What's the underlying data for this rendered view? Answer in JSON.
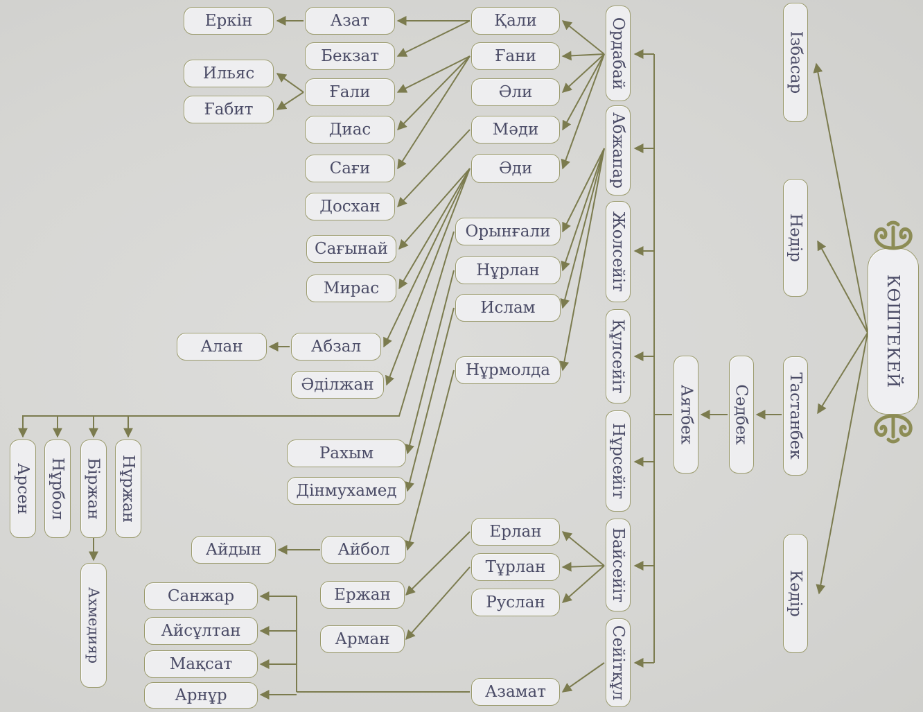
{
  "colors": {
    "line": "#7b7b4e",
    "node_text": "#4a4b66",
    "node_border": "#9a9a6c",
    "node_fill": "#eeeef0",
    "ornament": "#8c8c55"
  },
  "icons": {
    "ornament": "kazakh-ornament-icon"
  },
  "root": {
    "label": "КӨШТЕКЕЙ"
  },
  "gen1": [
    "Ізбасар",
    "Нәдір",
    "Тастанбек",
    "Кәдір"
  ],
  "gen2": [
    "Сәдбек"
  ],
  "gen3": [
    "Аятбек"
  ],
  "gen4": [
    "Ордабай",
    "Абжапар",
    "Жолсейіт",
    "Құлсейіт",
    "Нұрсейіт",
    "Байсейіт",
    "Сейітқұл"
  ],
  "ordabay_sons": [
    "Қали",
    "Ғани",
    "Әли",
    "Мәди",
    "Әди"
  ],
  "abzhapar_sons": [
    "Орынғали",
    "Нұрлан",
    "Ислам",
    "Нұрмолда"
  ],
  "baiseyit_sons": [
    "Ерлан",
    "Тұрлан",
    "Руслан"
  ],
  "seyitkul_sons": [
    "Азамат"
  ],
  "gen6": [
    "Азат",
    "Бекзат",
    "Ғали",
    "Диас",
    "Сағи",
    "Досхан",
    "Сағынай",
    "Мирас",
    "Абзал",
    "Әділжан",
    "Рахым",
    "Дінмухамед",
    "Айбол",
    "Ержан",
    "Арман"
  ],
  "gen7": [
    "Еркін",
    "Ильяс",
    "Ғабит",
    "Алан",
    "Айдын",
    "Санжар",
    "Айсұлтан",
    "Мақсат",
    "Арнұр"
  ],
  "bottom_row": [
    "Нұржан",
    "Біржан",
    "Нұрбол",
    "Арсен"
  ],
  "birzhan_son": [
    "Ахмедияр"
  ]
}
